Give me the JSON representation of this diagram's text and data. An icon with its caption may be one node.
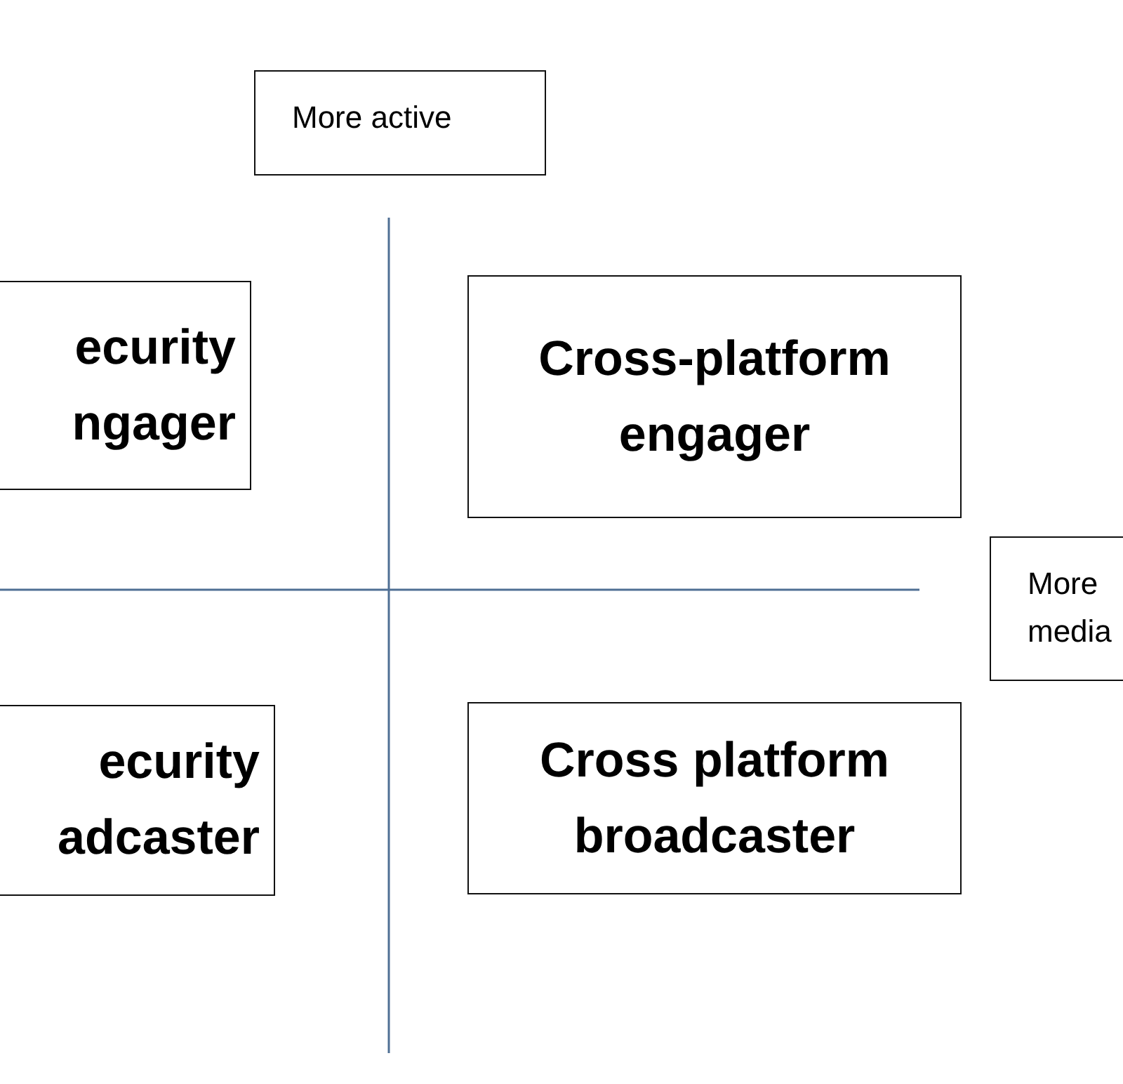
{
  "diagram": {
    "nodes": [
      {
        "text": [
          "More active"
        ]
      },
      {
        "text": [
          "ecurity ngager"
        ]
      },
      {
        "text": [
          "Cross-platform engager"
        ]
      },
      {
        "text": [
          "More media"
        ]
      },
      {
        "text": [
          "ecurity adcaster"
        ]
      },
      {
        "text": [
          "Cross platform broadcaster"
        ]
      }
    ]
  }
}
